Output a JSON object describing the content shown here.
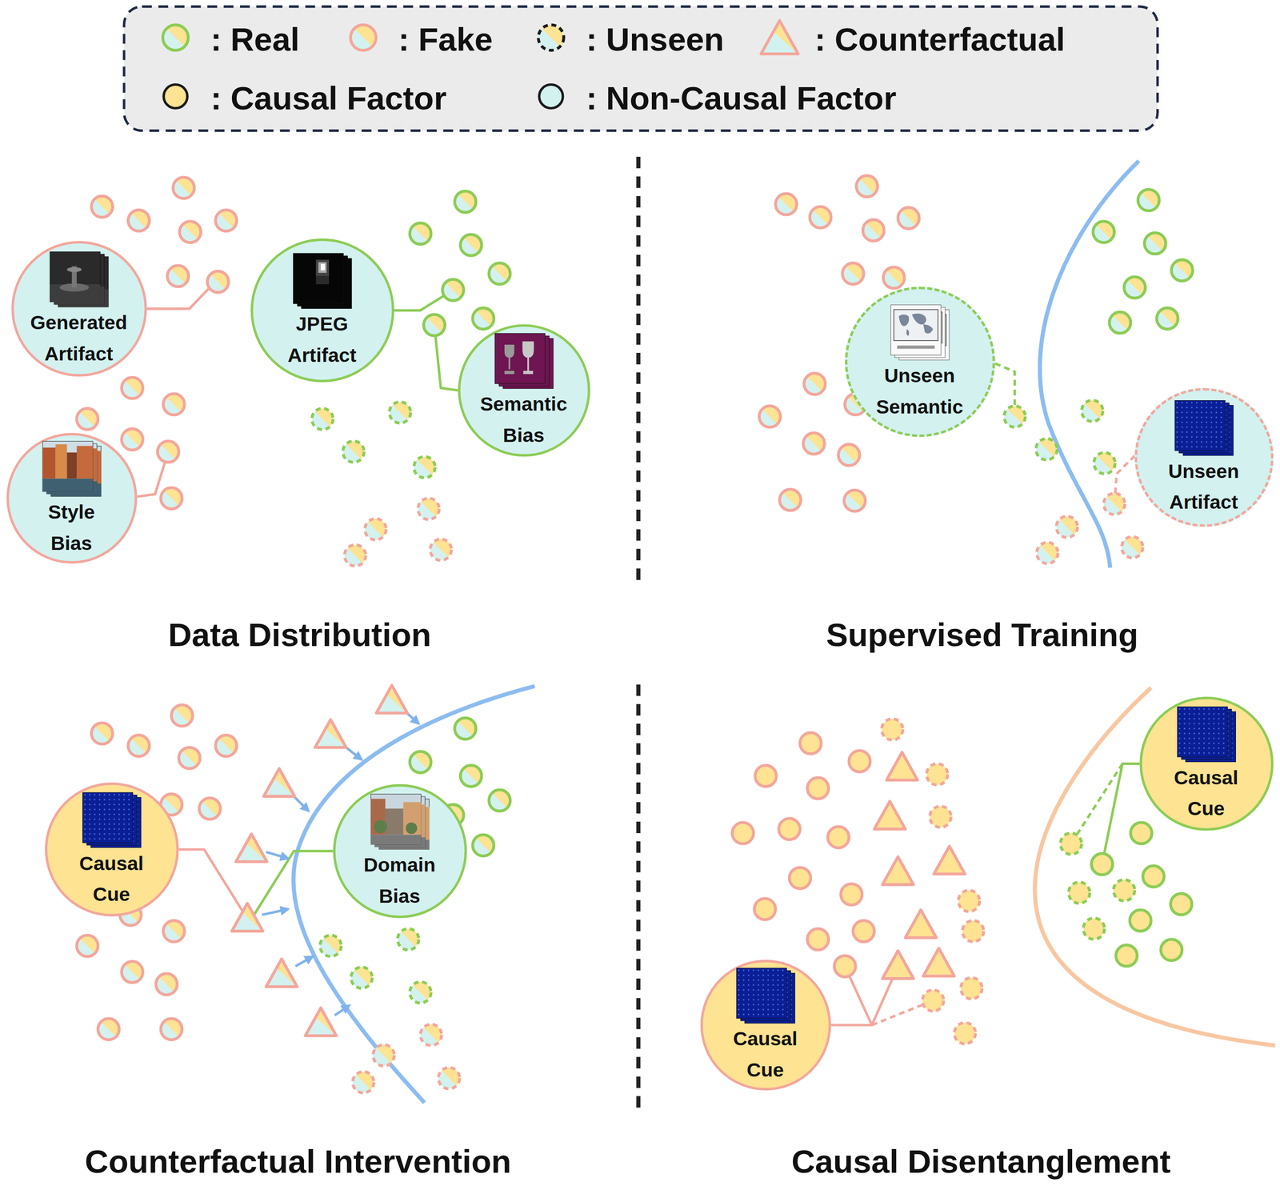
{
  "diagram": {
    "nodes": [
      {
        "text": [
          "Generated Artifact"
        ]
      },
      {
        "text": [
          "JPEG Artifact"
        ]
      },
      {
        "text": [
          "Semantic Bias"
        ]
      },
      {
        "text": [
          "Style Bias"
        ]
      },
      {
        "text": [
          "Unseen Semantic"
        ]
      },
      {
        "text": [
          "Unseen Artifact"
        ]
      },
      {
        "text": [
          "Causal Cue"
        ]
      },
      {
        "text": [
          "Domain Bias"
        ]
      },
      {
        "text": [
          "Causal Cue"
        ]
      },
      {
        "text": [
          "Causal Cue"
        ]
      }
    ],
    "labels": [
      "Data Distribution",
      "Supervised Training",
      "Counterfactual Intervention",
      "Causal Disentanglement"
    ],
    "legend": [
      {
        "text": ": Real"
      },
      {
        "text": ": Fake"
      },
      {
        "text": ": Unseen"
      },
      {
        "text": ": Counterfactual"
      },
      {
        "text": ": Causal Factor",
        "color": "#fde392"
      },
      {
        "text": ": Non-Causal Factor",
        "color": "#d3f1ef"
      }
    ]
  }
}
